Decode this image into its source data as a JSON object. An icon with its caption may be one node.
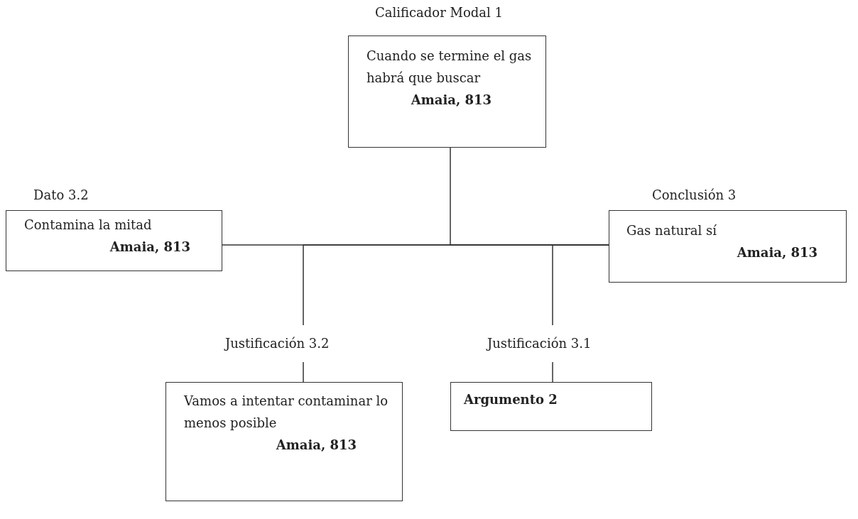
{
  "diagram": {
    "nodes": [
      {
        "text": [
          "Calificador Modal 1",
          "Cuando se termine el gas habrá que buscar",
          "Amaia, 813"
        ]
      },
      {
        "text": [
          "Dato 3.2",
          "Contamina la mitad",
          "Amaia, 813"
        ]
      },
      {
        "text": [
          "Conclusión 3",
          "Gas natural sí",
          "Amaia, 813"
        ]
      },
      {
        "text": [
          "Justificación 3.2",
          "Vamos a intentar contaminar lo menos posible",
          "Amaia, 813"
        ]
      },
      {
        "text": [
          "Justificación 3.1",
          "Argumento 2"
        ]
      }
    ],
    "edges": [
      {
        "from": 1,
        "to": 2,
        "arrow": "none"
      },
      {
        "from": 0,
        "to": 2,
        "arrow": "none"
      },
      {
        "from": 3,
        "to": 2,
        "arrow": "none"
      },
      {
        "from": 4,
        "to": 2,
        "arrow": "none"
      }
    ]
  }
}
